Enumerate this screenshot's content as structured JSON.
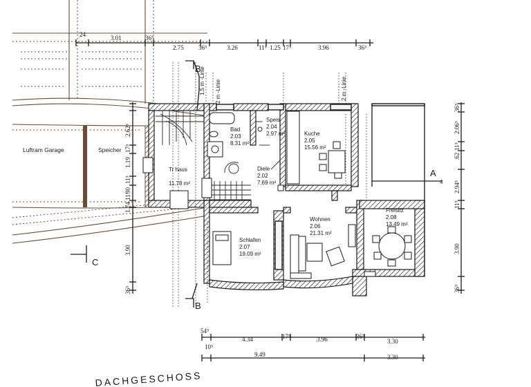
{
  "title": "DACHGESCHOSS",
  "rooms": {
    "luftraum": {
      "name": "Luftram Garage"
    },
    "speicher": {
      "name": "Speicher"
    },
    "treppenhaus": {
      "name": "Tr haus",
      "area": "11.78 m²"
    },
    "bad": {
      "name": "Bad",
      "number": "2.03",
      "area": "8.31 m²"
    },
    "speis": {
      "name": "Speis",
      "number": "2.04",
      "area": "2.97 m²"
    },
    "kuche": {
      "name": "Kuche",
      "number": "2.05",
      "area": "15.56 m²"
    },
    "diele": {
      "name": "Diele",
      "number": "2.02",
      "area": "7.69 m²"
    },
    "schlafen": {
      "name": "Schlafen",
      "number": "2.07",
      "area": "19.09 m²"
    },
    "wohnen": {
      "name": "Wohnen",
      "number": "2.06",
      "area": "21.31 m²"
    },
    "freisitz": {
      "name": "Freisitz",
      "number": "2.08",
      "area": "13.49 m²"
    }
  },
  "height_lines": {
    "left": "1.5 m -Linie",
    "middle": "2 m -Linie",
    "right": "2 m -Linie"
  },
  "section_markers": {
    "a": "A",
    "a_num": "4",
    "b_top": "B",
    "b_bottom": "B",
    "c": "C"
  },
  "dimensions": {
    "top": [
      "24",
      "3.01",
      "36⁵",
      "2.75",
      "36⁵",
      "3.26",
      "11⁵",
      "1.25",
      "17⁵",
      "3.96",
      "36⁵"
    ],
    "bottom_row1": [
      "54⁵",
      "4.34",
      "17⁵",
      "3.96",
      "36⁵",
      "3.30"
    ],
    "bottom_row2": [
      "10⁵",
      "9.49",
      "3.30"
    ],
    "left": [
      "2.62⁵",
      "17⁵",
      "1.19",
      "11⁵",
      "90",
      "11⁵",
      "1.74",
      "3.90",
      "36⁵"
    ],
    "right": [
      "36⁵",
      "2.06⁵",
      "11⁵",
      ".62",
      "2.94⁵",
      "11⁵",
      "3.90",
      "36⁵"
    ]
  }
}
